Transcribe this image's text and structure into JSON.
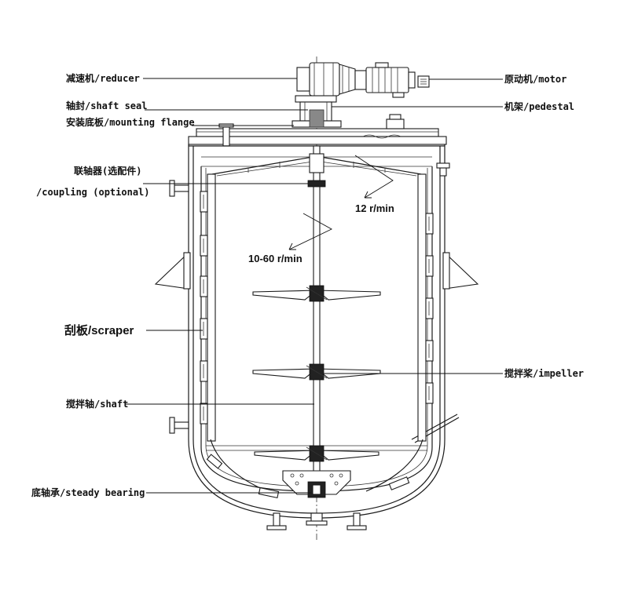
{
  "labels": {
    "reducer": "减速机/reducer",
    "motor": "原动机/motor",
    "shaft_seal": "轴封/shaft seal",
    "pedestal": "机架/pedestal",
    "mounting_flange": "安装底板/mounting flange",
    "coupling_cn": "联轴器(选配件)",
    "coupling_en": "/coupling (optional)",
    "speed_outer": "12 r/min",
    "speed_inner": "10-60 r/min",
    "scraper": "刮板/scraper",
    "impeller": "搅拌桨/impeller",
    "shaft": "搅拌轴/shaft",
    "steady_bearing": "底轴承/steady bearing"
  },
  "colors": {
    "line": "#1a1a1a",
    "text": "#111111",
    "background": "#ffffff"
  }
}
